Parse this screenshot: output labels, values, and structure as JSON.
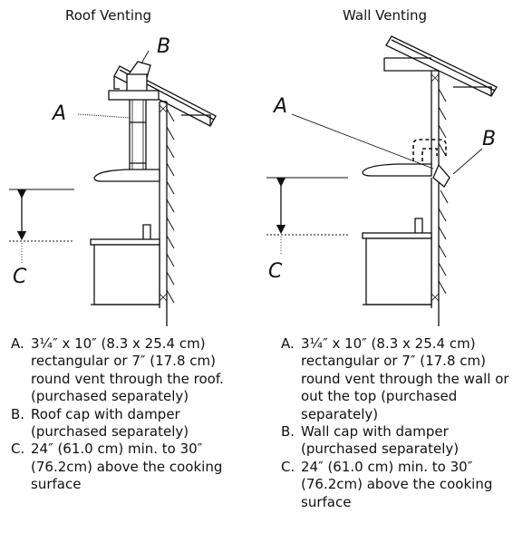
{
  "panels": {
    "roof": {
      "title": "Roof Venting",
      "callouts": {
        "a": "A",
        "b": "B",
        "c": "C"
      },
      "captions": [
        {
          "letter": "A.",
          "text": "3¼″ x 10″ (8.3 x 25.4 cm) rectangular or 7″ (17.8 cm) round vent through the roof. (purchased separately)"
        },
        {
          "letter": "B.",
          "text": "Roof cap with damper (purchased separately)"
        },
        {
          "letter": "C.",
          "text": "24″ (61.0 cm) min. to 30″ (76.2cm) above the cooking surface"
        }
      ]
    },
    "wall": {
      "title": "Wall Venting",
      "callouts": {
        "a": "A",
        "b": "B",
        "c": "C"
      },
      "captions": [
        {
          "letter": "A.",
          "text": "3¼″ x 10″ (8.3 x 25.4 cm) rectangular or 7″ (17.8 cm) round vent through the wall or out the top (purchased separately)"
        },
        {
          "letter": "B.",
          "text": "Wall cap with damper (purchased separately)"
        },
        {
          "letter": "C.",
          "text": "24″ (61.0 cm) min. to 30″ (76.2cm) above the cooking surface"
        }
      ]
    }
  }
}
